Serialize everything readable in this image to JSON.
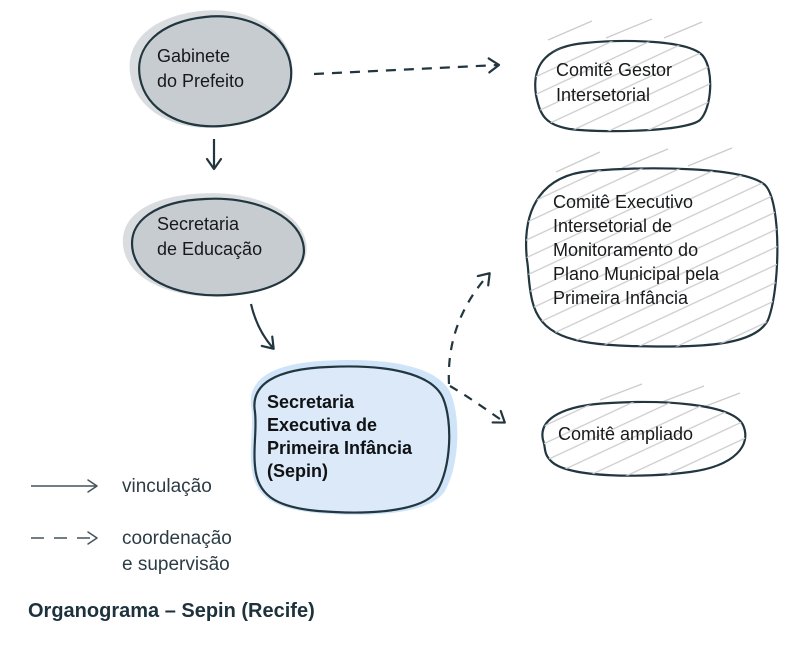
{
  "title": "Organograma – Sepin (Recife)",
  "nodes": {
    "gabinete": {
      "lines": [
        "Gabinete",
        "do Prefeito"
      ],
      "style": "gray"
    },
    "secretaria_educacao": {
      "lines": [
        "Secretaria",
        "de Educação"
      ],
      "style": "gray"
    },
    "sepin": {
      "lines": [
        "Secretaria",
        "Executiva de",
        "Primeira Infância",
        "(Sepin)"
      ],
      "style": "blue-bold"
    },
    "comite_gestor": {
      "lines": [
        "Comitê Gestor",
        "Intersetorial"
      ],
      "style": "hatched"
    },
    "comite_executivo": {
      "lines": [
        "Comitê Executivo",
        "Intersetorial de",
        "Monitoramento do",
        "Plano Municipal pela",
        "Primeira Infância"
      ],
      "style": "hatched"
    },
    "comite_ampliado": {
      "lines": [
        "Comitê ampliado"
      ],
      "style": "hatched"
    }
  },
  "edges": [
    {
      "from": "gabinete",
      "to": "secretaria_educacao",
      "type": "vinculação"
    },
    {
      "from": "secretaria_educacao",
      "to": "sepin",
      "type": "vinculação"
    },
    {
      "from": "gabinete",
      "to": "comite_gestor",
      "type": "coordenação e supervisão"
    },
    {
      "from": "sepin",
      "to": "comite_executivo",
      "type": "coordenação e supervisão"
    },
    {
      "from": "sepin",
      "to": "comite_ampliado",
      "type": "coordenação e supervisão"
    }
  ],
  "legend": {
    "solid_label": "vinculação",
    "dashed_label_line1": "coordenação",
    "dashed_label_line2": "e supervisão"
  },
  "colors": {
    "outline": "#22363f",
    "gray_fill": "#c7ccd1",
    "gray_shadow": "#dadde0",
    "blue_fill": "#dbe9f9",
    "blue_shadow": "#cfe4f8",
    "hatch_line": "#cccccc",
    "node_text": "#17191b",
    "legend_text": "#2c3c44",
    "title_text": "#1e323d"
  }
}
